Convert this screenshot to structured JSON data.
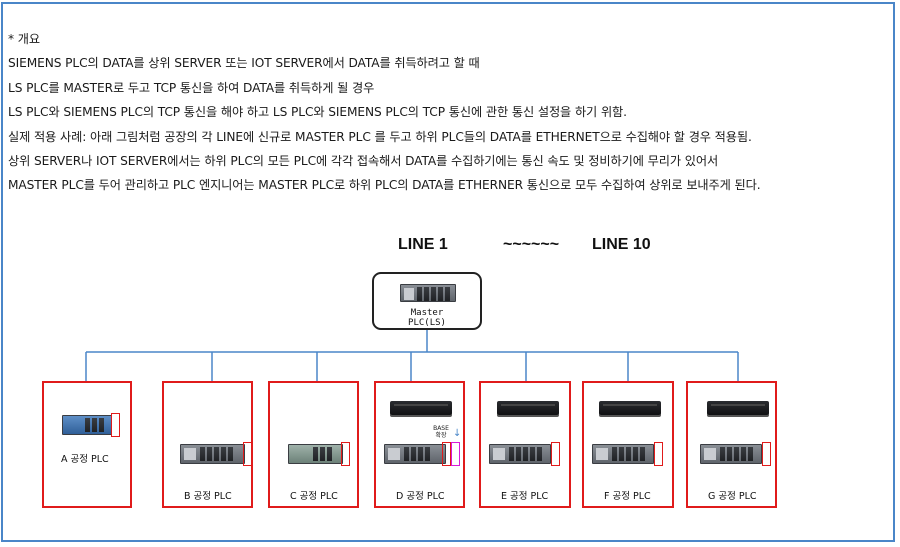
{
  "text": {
    "lines": [
      "* 개요",
      "SIEMENS PLC의 DATA를 상위 SERVER 또는 IOT SERVER에서 DATA를 취득하려고 할 때",
      "LS PLC를  MASTER로 두고 TCP 통신을 하여 DATA를 취득하게 될 경우",
      "LS PLC와 SIEMENS PLC의 TCP 통신을 해야 하고 LS PLC와 SIEMENS PLC의 TCP 통신에 관한 통신 설정을 하기 위함.",
      "실제 적용 사례: 아래 그림처럼 공장의 각 LINE에 신규로 MASTER PLC 를 두고 하위 PLC들의 DATA를 ETHERNET으로  수집해야 할 경우 적용됨.",
      " 상위 SERVER나 IOT SERVER에서는 하위 PLC의 모든 PLC에 각각 접속해서 DATA를 수집하기에는 통신 속도 및 정비하기에 무리가 있어서",
      "MASTER PLC를 두어 관리하고 PLC 엔지니어는 MASTER PLC로 하위 PLC의 DATA를 ETHERNER 통신으로 모두 수집하여 상위로 보내주게 된다."
    ]
  },
  "diagram": {
    "header_left": "LINE 1",
    "header_mid": "~~~~~~",
    "header_right": "LINE 10",
    "master_label_1": "Master",
    "master_label_2": "PLC(LS)",
    "base_label_1": "BASE",
    "base_label_2": "확장",
    "stations": {
      "a": "A 공정 PLC",
      "b": "B 공정 PLC",
      "c": "C 공정 PLC",
      "d": "D 공정 PLC",
      "e": "E 공정 PLC",
      "f": "F 공정 PLC",
      "g": "G 공정 PLC"
    },
    "colors": {
      "network_line": "#4a86c8",
      "station_border": "#e01b1b",
      "frame_border": "#4a86c8",
      "extension_highlight": "#d81bd8"
    }
  }
}
